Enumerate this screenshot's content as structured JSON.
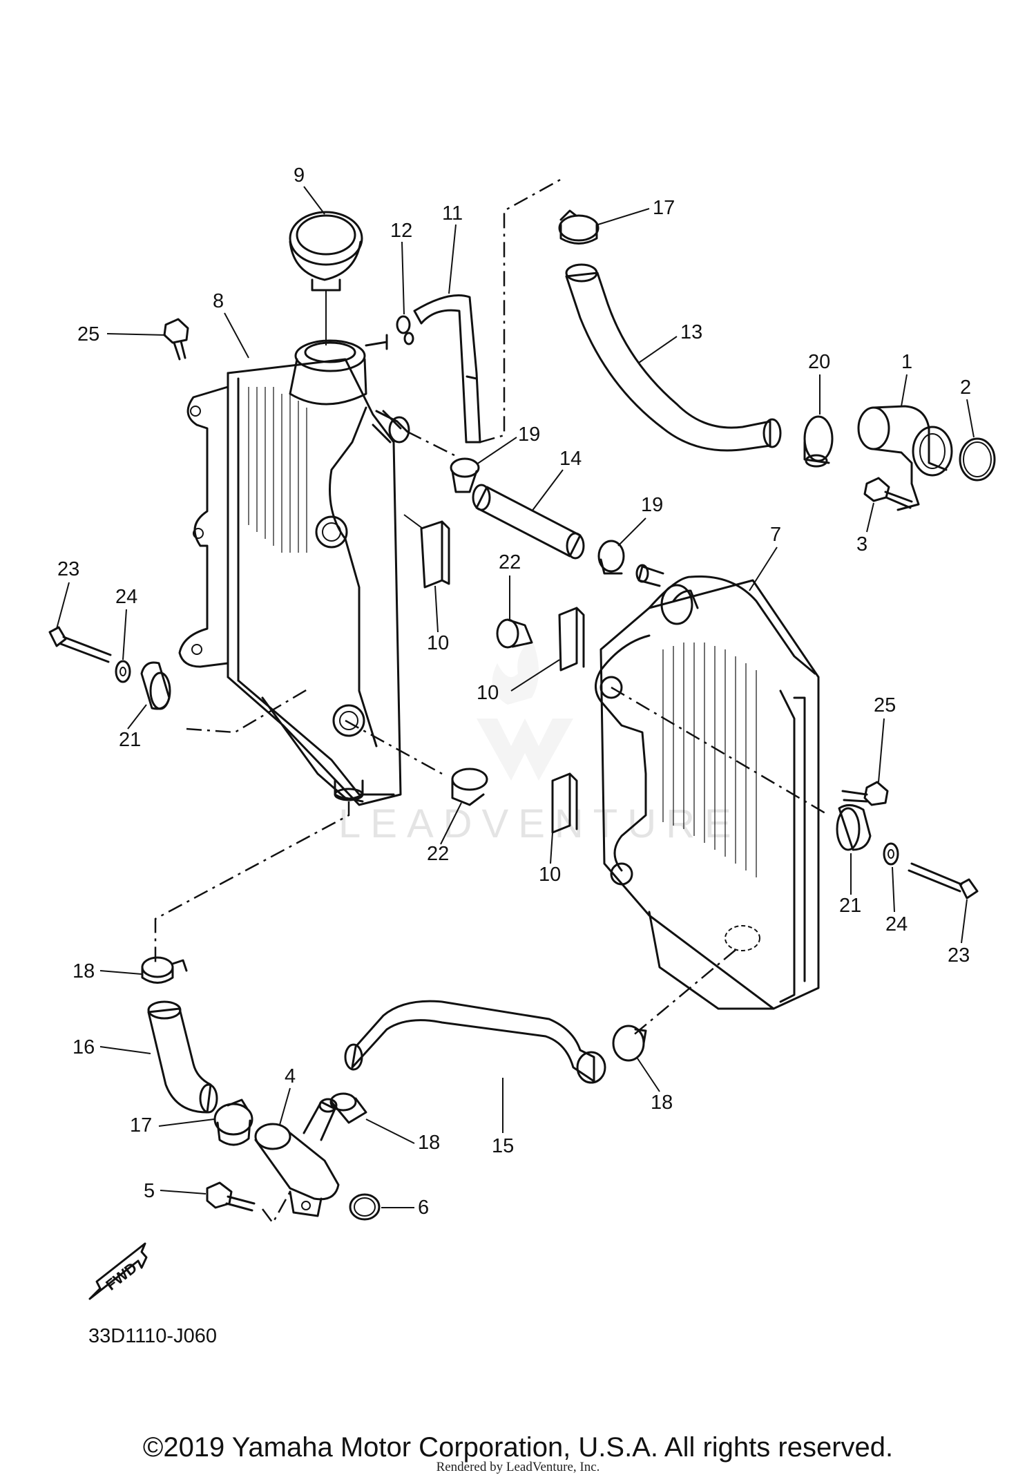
{
  "diagram": {
    "code": "33D1110-J060",
    "fwd_label": "FWD",
    "watermark": "LEADVENTURE",
    "copyright": "©2019 Yamaha Motor Corporation, U.S.A. All rights reserved.",
    "rendered_by": "Rendered by LeadVenture, Inc.",
    "callouts": [
      "9",
      "11",
      "12",
      "17",
      "25",
      "8",
      "13",
      "20",
      "1",
      "2",
      "19",
      "14",
      "3",
      "7",
      "23",
      "24",
      "22",
      "10",
      "21",
      "25",
      "18",
      "16",
      "4",
      "17",
      "5",
      "6",
      "18",
      "15",
      "18",
      "22",
      "10",
      "21",
      "24",
      "23",
      "10",
      "19"
    ]
  }
}
